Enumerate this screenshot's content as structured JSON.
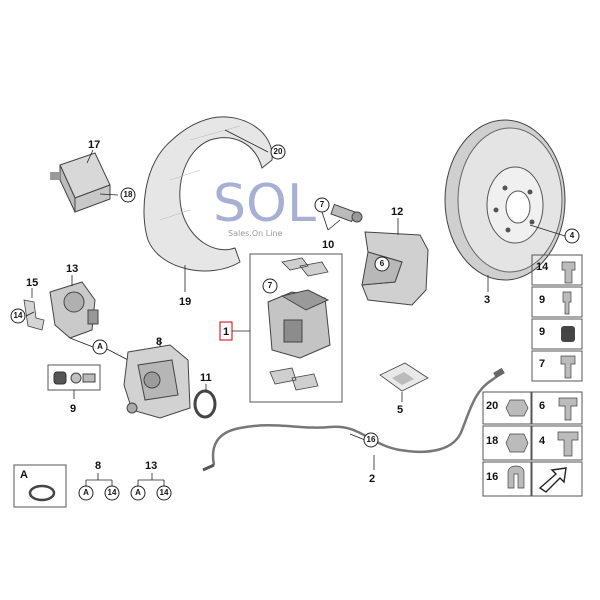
{
  "watermark": {
    "logo": "SOL",
    "tagline": "Sales.On Line",
    "colors": {
      "s": "#8a95c8",
      "o": "#d9a43a",
      "l": "#8a95c8"
    }
  },
  "parts": {
    "p1": "1",
    "p2": "2",
    "p3": "3",
    "p4": "4",
    "p5": "5",
    "p6": "6",
    "p7": "7",
    "p8": "8",
    "p9": "9",
    "p10": "10",
    "p11": "11",
    "p12": "12",
    "p13": "13",
    "p14": "14",
    "p15": "15",
    "p16": "16",
    "p17": "17",
    "p18": "18",
    "p19": "19",
    "p20": "20",
    "letter_a": "A"
  },
  "sidebar": [
    "14",
    "9",
    "9",
    "7",
    "20",
    "6",
    "18",
    "4",
    "16"
  ],
  "legend": {
    "a_box": "A",
    "group8": {
      "label": "8",
      "items": [
        "A",
        "14"
      ]
    },
    "group13": {
      "label": "13",
      "items": [
        "A",
        "14"
      ]
    }
  },
  "highlight_color": "#cc0000"
}
